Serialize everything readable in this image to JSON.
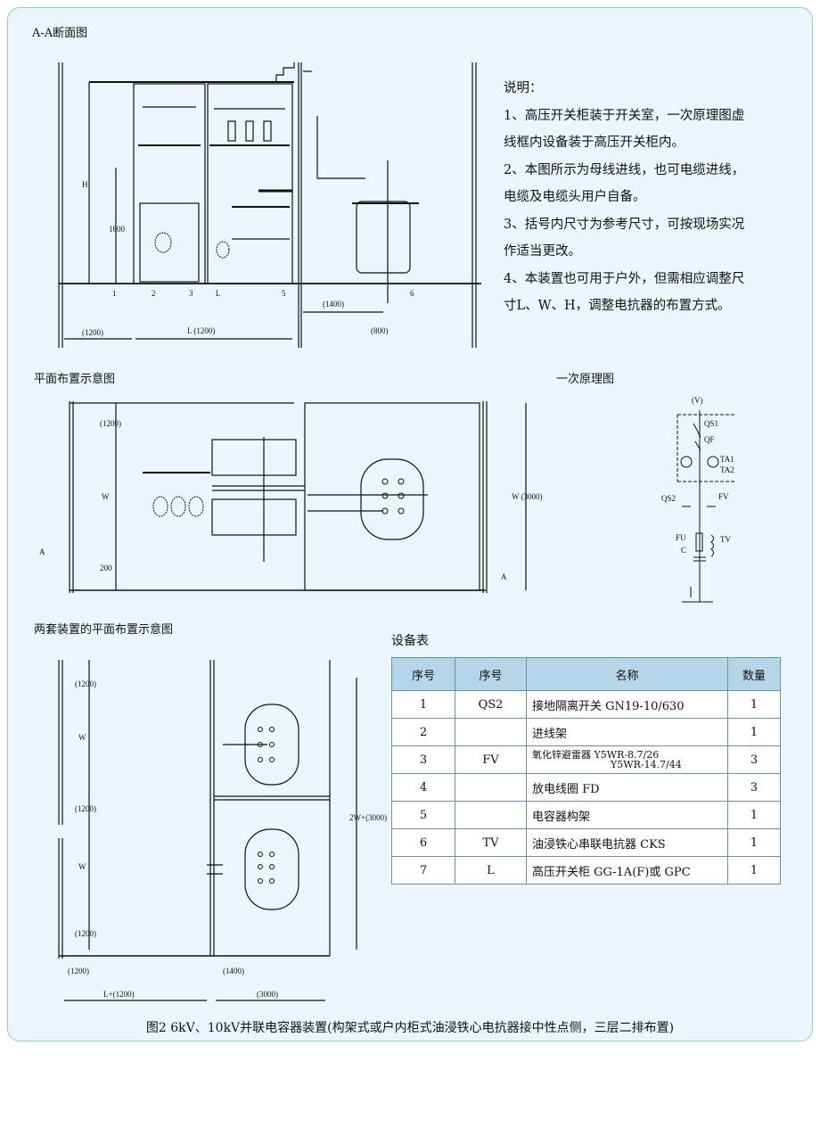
{
  "section_title": "A-A断面图",
  "notes": {
    "heading": "说明：",
    "lines": [
      "1、高压开关柜装于开关室，一次原理图虚",
      "线框内设备装于高压开关柜内。",
      "2、本图所示为母线进线，也可电缆进线，",
      "电缆及电缆头用户自备。",
      "3、括号内尺寸为参考尺寸，可按现场实况",
      "作适当更改。",
      "4、本装置也可用于户外，但需相应调整尺",
      "寸L、W、H，调整电抗器的布置方式。"
    ]
  },
  "section_dims": {
    "h": "H",
    "h2": "1800",
    "d1": "(1200)",
    "d2": "L (1200)",
    "d3": "(1400)",
    "d4": "(800)",
    "n1": "1",
    "n2": "2",
    "n3": "3",
    "n4": "L",
    "n5": "5",
    "n6": "6"
  },
  "plan_title": "平面布置示意图",
  "plan_dims": {
    "a": "(1200)",
    "w": "W",
    "b": "200",
    "total": "W (3000)",
    "sec_a_left": "A",
    "sec_a_right": "A"
  },
  "schematic_title": "一次原理图",
  "schematic_labels": {
    "v": "(V)",
    "qs1": "QS1",
    "qf": "QF",
    "ta1": "TA1",
    "ta2": "TA2",
    "qs2": "QS2",
    "fv": "FV",
    "fu": "FU",
    "c": "C",
    "tv": "TV"
  },
  "two_sets_title": "两套装置的平面布置示意图",
  "two_dims": {
    "a": "(1200)",
    "w1": "W",
    "b": "(1200)",
    "w2": "W",
    "c": "(1200)",
    "d": "(1200)",
    "e": "(1400)",
    "f": "L+(1200)",
    "g": "(3000)",
    "total": "2W+(3000)"
  },
  "equipment_table": {
    "title": "设备表",
    "headers": [
      "序号",
      "序号",
      "名称",
      "数量"
    ],
    "rows": [
      {
        "no": "1",
        "code": "QS2",
        "name": "接地隔离开关 GN19-10/630",
        "name2": "",
        "qty": "1"
      },
      {
        "no": "2",
        "code": "",
        "name": "进线架",
        "name2": "",
        "qty": "1"
      },
      {
        "no": "3",
        "code": "FV",
        "name": "氧化锌避雷器 Y5WR-8.7/26",
        "name2": "Y5WR-14.7/44",
        "qty": "3"
      },
      {
        "no": "4",
        "code": "",
        "name": "放电线圈 FD",
        "name2": "",
        "qty": "3"
      },
      {
        "no": "5",
        "code": "",
        "name": "电容器构架",
        "name2": "",
        "qty": "1"
      },
      {
        "no": "6",
        "code": "TV",
        "name": "油浸铁心串联电抗器 CKS",
        "name2": "",
        "qty": "1"
      },
      {
        "no": "7",
        "code": "L",
        "name": "高压开关柜 GG-1A(F)或 GPC",
        "name2": "",
        "qty": "1"
      }
    ]
  },
  "caption": "图2 6kV、10kV并联电容器装置(构架式或户内柜式油浸铁心电抗器接中性点侧，三层二排布置)"
}
